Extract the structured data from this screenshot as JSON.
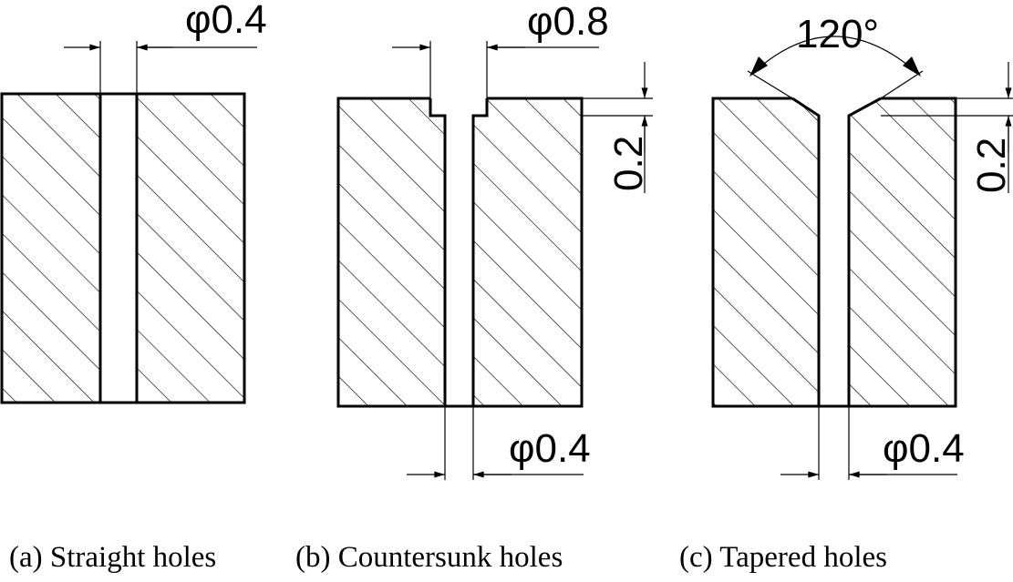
{
  "figure": {
    "panels": [
      {
        "id": "a",
        "top_dimension": "φ0.4",
        "caption": "(a) Straight holes"
      },
      {
        "id": "b",
        "top_dimension": "φ0.8",
        "side_dimension": "0.2",
        "bottom_dimension": "φ0.4",
        "caption": "(b) Countersunk holes"
      },
      {
        "id": "c",
        "angle_dimension": "120°",
        "side_dimension": "0.2",
        "bottom_dimension": "φ0.4",
        "caption": "(c) Tapered holes"
      }
    ]
  }
}
